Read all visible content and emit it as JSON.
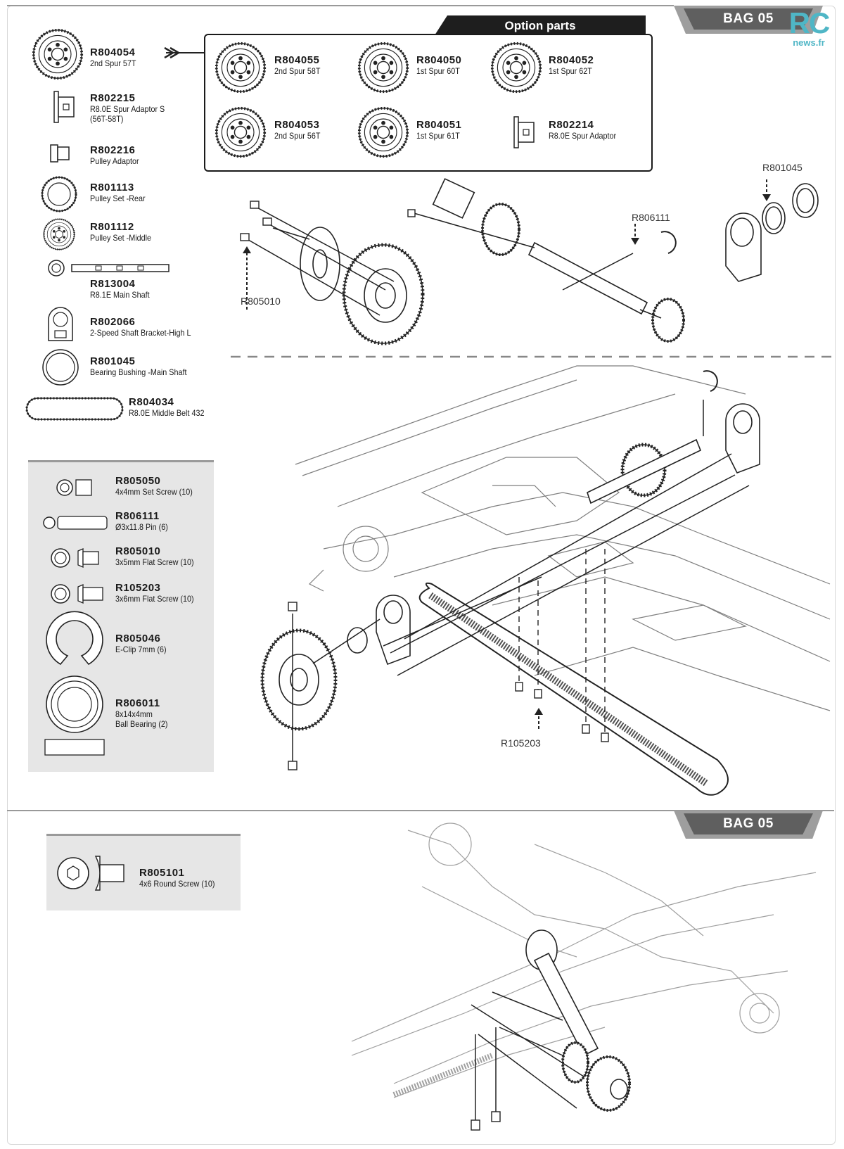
{
  "bag_label": "BAG 05",
  "option_title": "Option parts",
  "logo": {
    "main": "RC",
    "sub": "news.fr",
    "color": "#4fb6c6"
  },
  "parts": [
    {
      "code": "R804054",
      "desc": "2nd Spur 57T",
      "icon": "spur-gear-icon"
    },
    {
      "code": "R802215",
      "desc": "R8.0E Spur Adaptor S",
      "desc2": "(56T-58T)",
      "icon": "spur-adaptor-icon"
    },
    {
      "code": "R802216",
      "desc": "Pulley Adaptor",
      "icon": "pulley-adaptor-icon"
    },
    {
      "code": "R801113",
      "desc": "Pulley Set -Rear",
      "icon": "pulley-icon"
    },
    {
      "code": "R801112",
      "desc": "Pulley Set -Middle",
      "icon": "pulley-icon"
    },
    {
      "code": "R813004",
      "desc": "R8.1E Main Shaft",
      "icon": "shaft-icon"
    },
    {
      "code": "R802066",
      "desc": "2-Speed Shaft Bracket-High L",
      "icon": "bracket-icon"
    },
    {
      "code": "R801045",
      "desc": "Bearing Bushing -Main Shaft",
      "icon": "bushing-icon"
    },
    {
      "code": "R804034",
      "desc": "R8.0E Middle Belt 432",
      "icon": "belt-icon"
    }
  ],
  "options": [
    {
      "code": "R804055",
      "desc": "2nd Spur 58T",
      "icon": "spur-gear-icon"
    },
    {
      "code": "R804050",
      "desc": "1st Spur 60T",
      "icon": "spur-gear-icon"
    },
    {
      "code": "R804052",
      "desc": "1st Spur 62T",
      "icon": "spur-gear-icon"
    },
    {
      "code": "R804053",
      "desc": "2nd Spur 56T",
      "icon": "spur-gear-icon"
    },
    {
      "code": "R804051",
      "desc": "1st Spur 61T",
      "icon": "spur-gear-icon"
    },
    {
      "code": "R802214",
      "desc": "R8.0E Spur Adaptor",
      "icon": "spur-adaptor-icon"
    }
  ],
  "hardware": [
    {
      "code": "R805050",
      "desc": "4x4mm Set Screw (10)",
      "icon": "set-screw-icon"
    },
    {
      "code": "R806111",
      "desc": "Ø3x11.8 Pin (6)",
      "icon": "pin-icon"
    },
    {
      "code": "R805010",
      "desc": "3x5mm Flat Screw (10)",
      "icon": "flat-screw-icon"
    },
    {
      "code": "R105203",
      "desc": "3x6mm Flat Screw (10)",
      "icon": "flat-screw-icon"
    },
    {
      "code": "R805046",
      "desc": "E-Clip 7mm (6)",
      "icon": "e-clip-icon"
    },
    {
      "code": "R806011",
      "desc": "8x14x4mm",
      "desc2": "Ball Bearing (2)",
      "icon": "ball-bearing-icon"
    }
  ],
  "hardware_bottom": {
    "code": "R805101",
    "desc": "4x6 Round Screw (10)",
    "icon": "round-screw-icon"
  },
  "callouts": {
    "c1": "R801045",
    "c2": "R806111",
    "c3": "R805010",
    "c4": "R105203"
  }
}
